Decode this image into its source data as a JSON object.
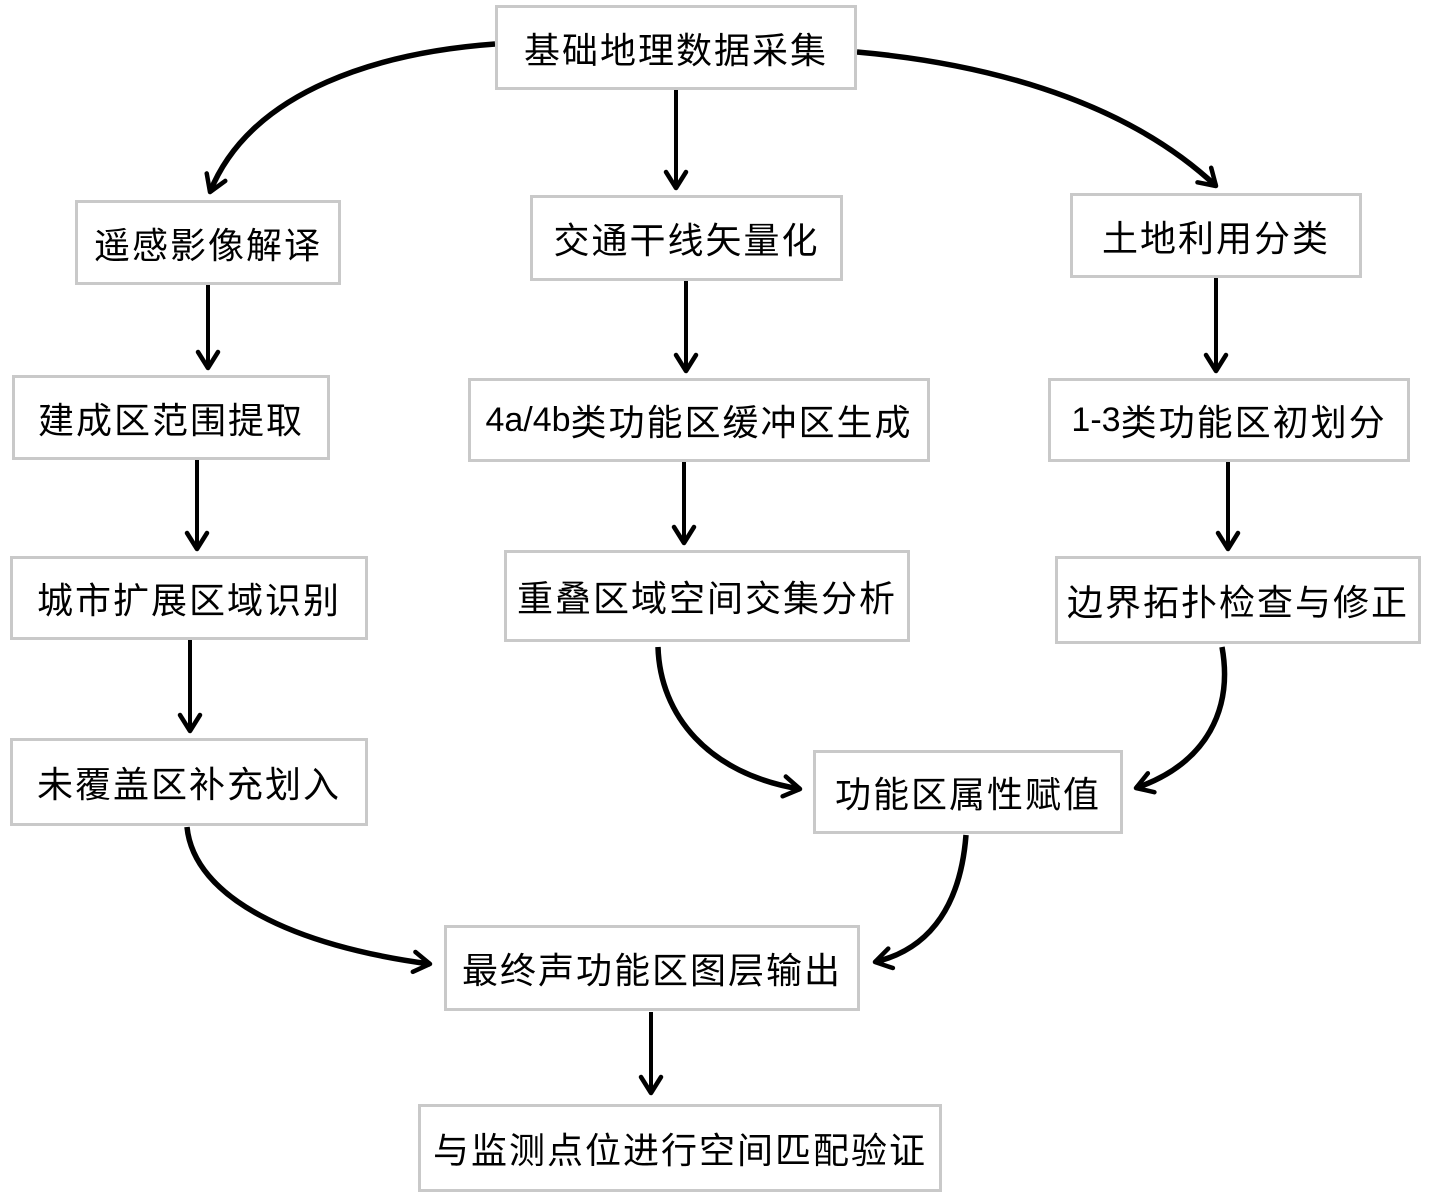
{
  "figure": {
    "background_color": "#ffffff",
    "box_border_color": "#c9c9c9",
    "line_color": "#000000",
    "text_color": "#000000"
  },
  "nodes": [
    {
      "id": "collect",
      "label": "基础地理数据采集"
    },
    {
      "id": "rs",
      "label": "遥感影像解译"
    },
    {
      "id": "builtup",
      "label": "建成区范围提取"
    },
    {
      "id": "expansion",
      "label": "城市扩展区域识别"
    },
    {
      "id": "uncovered",
      "label": "未覆盖区补充划入"
    },
    {
      "id": "traffic",
      "label": "交通干线矢量化"
    },
    {
      "id": "buffer",
      "prefix": "4a/4b",
      "label": " 类功能区缓冲区生成"
    },
    {
      "id": "overlap",
      "label": "重叠区域空间交集分析"
    },
    {
      "id": "landuse",
      "label": "土地利用分类"
    },
    {
      "id": "initdiv",
      "prefix": "1-3",
      "label": " 类功能区初划分"
    },
    {
      "id": "topology",
      "label": "边界拓扑检查与修正"
    },
    {
      "id": "attr",
      "label": "功能区属性赋值"
    },
    {
      "id": "output",
      "label": "最终声功能区图层输出"
    },
    {
      "id": "validate",
      "label": "与监测点位进行空间匹配验证"
    }
  ],
  "edges": [
    {
      "from": "collect",
      "to": "rs"
    },
    {
      "from": "collect",
      "to": "traffic"
    },
    {
      "from": "collect",
      "to": "landuse"
    },
    {
      "from": "rs",
      "to": "builtup"
    },
    {
      "from": "builtup",
      "to": "expansion"
    },
    {
      "from": "expansion",
      "to": "uncovered"
    },
    {
      "from": "traffic",
      "to": "buffer"
    },
    {
      "from": "buffer",
      "to": "overlap"
    },
    {
      "from": "landuse",
      "to": "initdiv"
    },
    {
      "from": "initdiv",
      "to": "topology"
    },
    {
      "from": "overlap",
      "to": "attr"
    },
    {
      "from": "topology",
      "to": "attr"
    },
    {
      "from": "uncovered",
      "to": "output"
    },
    {
      "from": "attr",
      "to": "output"
    },
    {
      "from": "output",
      "to": "validate"
    }
  ]
}
